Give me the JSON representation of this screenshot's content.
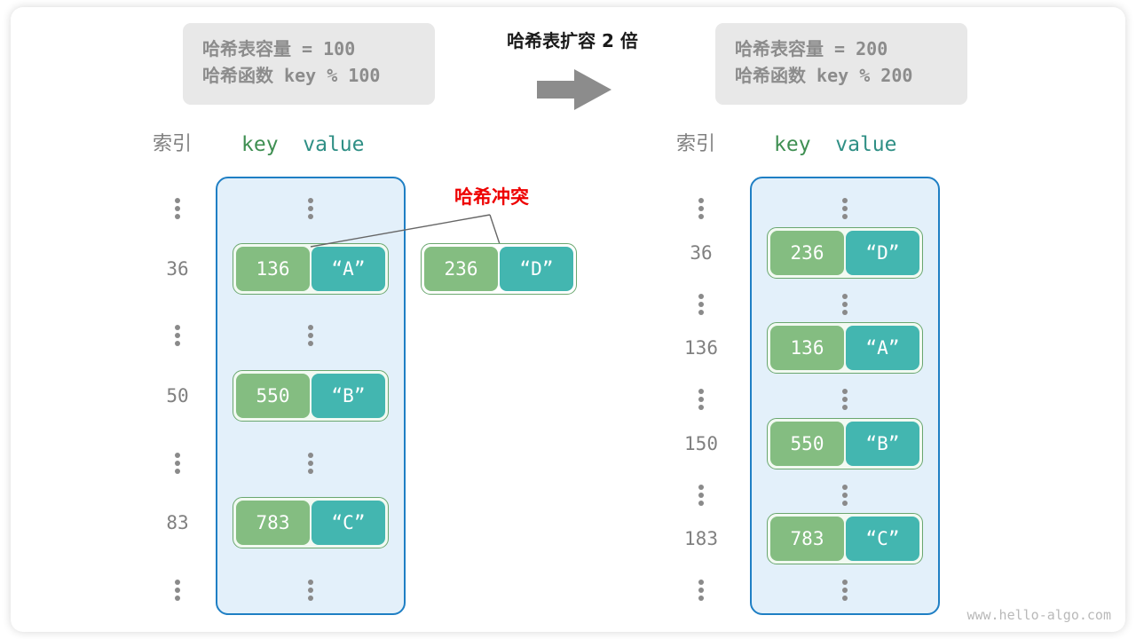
{
  "diagram": {
    "title_center": "哈希表扩容 2 倍",
    "watermark": "www.hello-algo.com",
    "arrow_icon": "arrow-right-icon",
    "collision_label": "哈希冲突",
    "colors": {
      "key_cell": "#84bd81",
      "value_cell": "#43b6b0",
      "bucket_fill": "#e3f0fa",
      "bucket_border": "#1f7fc4",
      "pair_border": "#6aa76f",
      "collision_red": "#ee0000",
      "index_gray": "#808080",
      "info_box_bg": "#e8e8e8",
      "info_text": "#8c8c8c"
    }
  },
  "info_left": {
    "line1": "哈希表容量 = 100",
    "line2": "哈希函数 key % 100"
  },
  "info_right": {
    "line1": "哈希表容量 = 200",
    "line2": "哈希函数 key % 200"
  },
  "headers": {
    "index": "索引",
    "key": "key",
    "value": "value",
    "key_value": "key value"
  },
  "left_table": {
    "rows": [
      {
        "index": "⋮",
        "type": "dots"
      },
      {
        "index": "36",
        "type": "pair",
        "key": "136",
        "value": "“A”"
      },
      {
        "index": "⋮",
        "type": "dots"
      },
      {
        "index": "50",
        "type": "pair",
        "key": "550",
        "value": "“B”"
      },
      {
        "index": "⋮",
        "type": "dots"
      },
      {
        "index": "83",
        "type": "pair",
        "key": "783",
        "value": "“C”"
      },
      {
        "index": "⋮",
        "type": "dots"
      }
    ]
  },
  "collision_pair": {
    "key": "236",
    "value": "“D”"
  },
  "right_table": {
    "rows": [
      {
        "index": "⋮",
        "type": "dots"
      },
      {
        "index": "36",
        "type": "pair",
        "key": "236",
        "value": "“D”"
      },
      {
        "index": "⋮",
        "type": "dots"
      },
      {
        "index": "136",
        "type": "pair",
        "key": "136",
        "value": "“A”"
      },
      {
        "index": "⋮",
        "type": "dots"
      },
      {
        "index": "150",
        "type": "pair",
        "key": "550",
        "value": "“B”"
      },
      {
        "index": "⋮",
        "type": "dots"
      },
      {
        "index": "183",
        "type": "pair",
        "key": "783",
        "value": "“C”"
      },
      {
        "index": "⋮",
        "type": "dots"
      }
    ]
  }
}
